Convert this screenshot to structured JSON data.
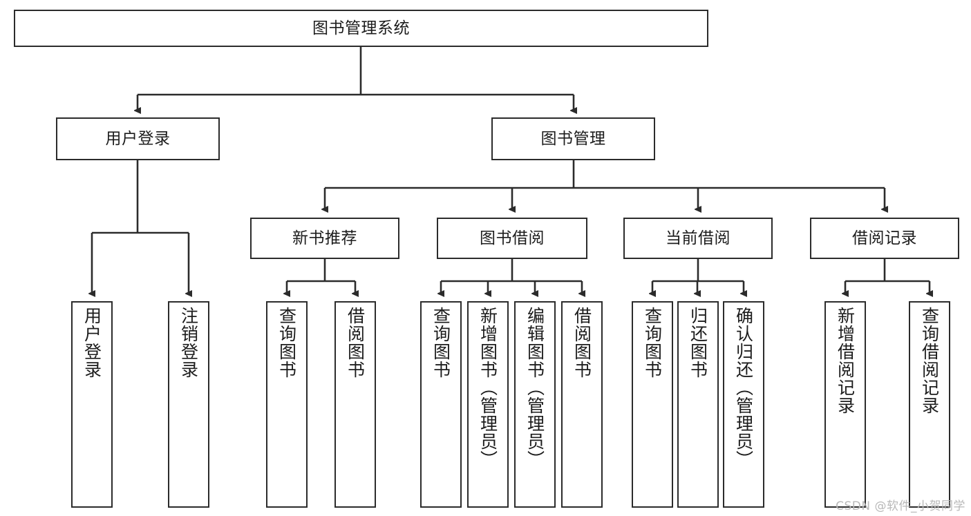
{
  "diagram": {
    "title": "图书管理系统",
    "type": "tree-hierarchy-diagram",
    "colors": {
      "stroke": "#2b2b2b",
      "fill": "#ffffff",
      "text": "#1c1c1c",
      "watermark": "#b8b8b8"
    },
    "root": {
      "label": "图书管理系统"
    },
    "level2": [
      {
        "label": "用户登录"
      },
      {
        "label": "图书管理"
      }
    ],
    "level3": [
      {
        "label": "新书推荐"
      },
      {
        "label": "图书借阅"
      },
      {
        "label": "当前借阅"
      },
      {
        "label": "借阅记录"
      }
    ],
    "leaves": {
      "user_login": [
        {
          "label": "用户登录"
        },
        {
          "label": "注销登录"
        }
      ],
      "new_book": [
        {
          "label": "查询图书"
        },
        {
          "label": "借阅图书"
        }
      ],
      "book_borrow": [
        {
          "label": "查询图书"
        },
        {
          "label": "新增图书（管理员）"
        },
        {
          "label": "编辑图书（管理员）"
        },
        {
          "label": "借阅图书"
        }
      ],
      "current_borrow": [
        {
          "label": "查询图书"
        },
        {
          "label": "归还图书"
        },
        {
          "label": "确认归还（管理员）"
        }
      ],
      "borrow_record": [
        {
          "label": "新增借阅记录"
        },
        {
          "label": "查询借阅记录"
        }
      ]
    }
  },
  "watermark": {
    "text": "CSDN @软件_小贺同学"
  }
}
